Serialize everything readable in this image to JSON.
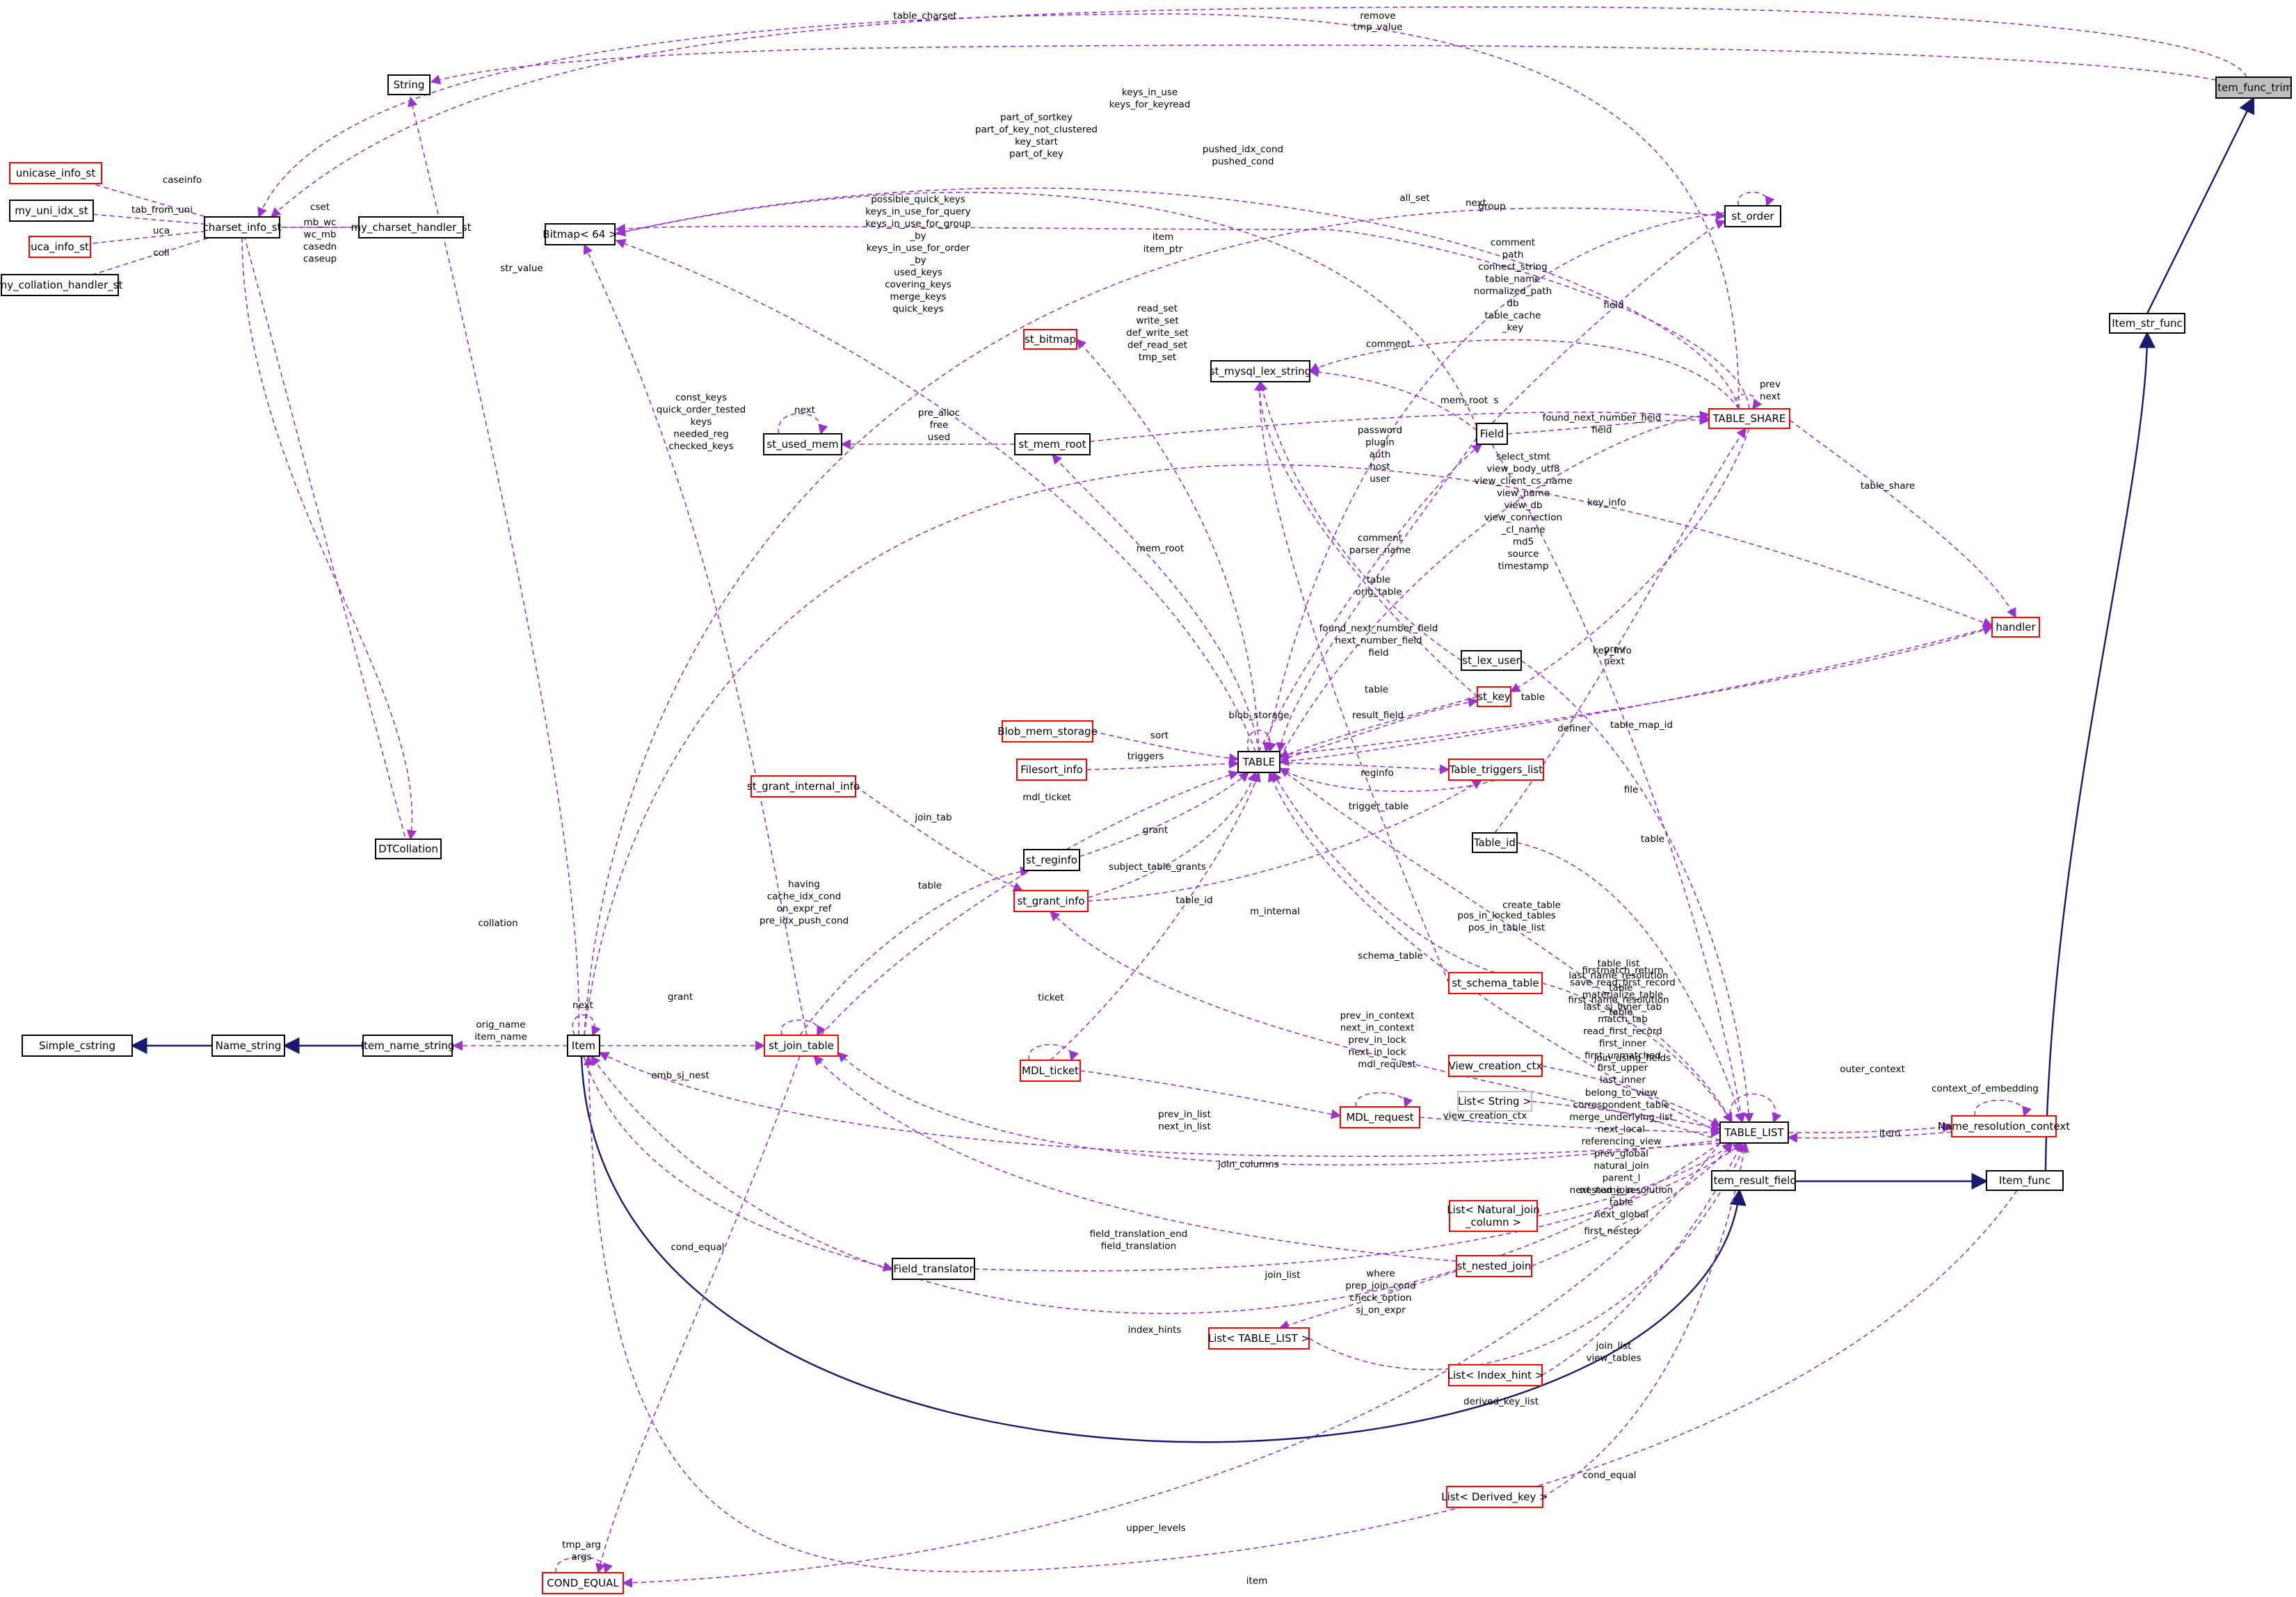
{
  "colors": {
    "accent": "#bfbfbf",
    "boundary": "#ff0000",
    "normal": "#000000",
    "edge_use": "#9a32cd",
    "edge_inherit": "#191970"
  },
  "nodes": [
    {
      "id": "item_func_trim",
      "label": "Item_func_trim",
      "kind": "accent"
    },
    {
      "id": "item_str_func",
      "label": "Item_str_func",
      "kind": "normal"
    },
    {
      "id": "item_func",
      "label": "Item_func",
      "kind": "normal"
    },
    {
      "id": "item_result_field",
      "label": "Item_result_field",
      "kind": "normal"
    },
    {
      "id": "item",
      "label": "Item",
      "kind": "normal"
    },
    {
      "id": "item_name_string",
      "label": "Item_name_string",
      "kind": "normal"
    },
    {
      "id": "name_string",
      "label": "Name_string",
      "kind": "normal"
    },
    {
      "id": "simple_cstring",
      "label": "Simple_cstring",
      "kind": "normal"
    },
    {
      "id": "string",
      "label": "String",
      "kind": "normal"
    },
    {
      "id": "charset_info_st",
      "label": "charset_info_st",
      "kind": "normal"
    },
    {
      "id": "unicase_info_st",
      "label": "unicase_info_st",
      "kind": "boundary"
    },
    {
      "id": "my_uni_idx_st",
      "label": "my_uni_idx_st",
      "kind": "normal"
    },
    {
      "id": "uca_info_st",
      "label": "uca_info_st",
      "kind": "boundary"
    },
    {
      "id": "my_collation_handler_st",
      "label": "my_collation_handler_st",
      "kind": "normal"
    },
    {
      "id": "my_charset_handler_st",
      "label": "my_charset_handler_st",
      "kind": "normal"
    },
    {
      "id": "dtcollation",
      "label": "DTCollation",
      "kind": "normal"
    },
    {
      "id": "bitmap64",
      "label": "Bitmap< 64 >",
      "kind": "normal"
    },
    {
      "id": "st_bitmap",
      "label": "st_bitmap",
      "kind": "boundary"
    },
    {
      "id": "st_mysql_lex_string",
      "label": "st_mysql_lex_string",
      "kind": "normal"
    },
    {
      "id": "st_used_mem",
      "label": "st_used_mem",
      "kind": "normal"
    },
    {
      "id": "st_mem_root",
      "label": "st_mem_root",
      "kind": "normal"
    },
    {
      "id": "field",
      "label": "Field",
      "kind": "normal"
    },
    {
      "id": "table_share",
      "label": "TABLE_SHARE",
      "kind": "boundary"
    },
    {
      "id": "st_order",
      "label": "st_order",
      "kind": "normal"
    },
    {
      "id": "handler",
      "label": "handler",
      "kind": "boundary"
    },
    {
      "id": "st_lex_user",
      "label": "st_lex_user",
      "kind": "normal"
    },
    {
      "id": "st_key",
      "label": "st_key",
      "kind": "boundary"
    },
    {
      "id": "blob_mem_storage",
      "label": "Blob_mem_storage",
      "kind": "boundary"
    },
    {
      "id": "filesort_info",
      "label": "Filesort_info",
      "kind": "boundary"
    },
    {
      "id": "table",
      "label": "TABLE",
      "kind": "normal"
    },
    {
      "id": "table_triggers_list",
      "label": "Table_triggers_list",
      "kind": "boundary"
    },
    {
      "id": "st_grant_internal_info",
      "label": "st_grant_internal_info",
      "kind": "boundary"
    },
    {
      "id": "st_reginfo",
      "label": "st_reginfo",
      "kind": "normal"
    },
    {
      "id": "st_grant_info",
      "label": "st_grant_info",
      "kind": "boundary"
    },
    {
      "id": "table_id",
      "label": "Table_id",
      "kind": "normal"
    },
    {
      "id": "st_schema_table",
      "label": "st_schema_table",
      "kind": "boundary"
    },
    {
      "id": "st_join_table",
      "label": "st_join_table",
      "kind": "boundary"
    },
    {
      "id": "mdl_ticket",
      "label": "MDL_ticket",
      "kind": "boundary"
    },
    {
      "id": "view_creation_ctx",
      "label": "View_creation_ctx",
      "kind": "boundary"
    },
    {
      "id": "list_string",
      "label": "List< String >",
      "kind": "gray"
    },
    {
      "id": "mdl_request",
      "label": "MDL_request",
      "kind": "boundary"
    },
    {
      "id": "table_list",
      "label": "TABLE_LIST",
      "kind": "normal"
    },
    {
      "id": "name_resolution_context",
      "label": "Name_resolution_context",
      "kind": "boundary"
    },
    {
      "id": "list_natural_join",
      "label": "List< Natural_join\n_column >",
      "kind": "boundary"
    },
    {
      "id": "field_translator",
      "label": "Field_translator",
      "kind": "normal"
    },
    {
      "id": "st_nested_join",
      "label": "st_nested_join",
      "kind": "boundary"
    },
    {
      "id": "list_table_list",
      "label": "List< TABLE_LIST >",
      "kind": "boundary"
    },
    {
      "id": "list_index_hint",
      "label": "List< Index_hint >",
      "kind": "boundary"
    },
    {
      "id": "list_derived_key",
      "label": "List< Derived_key >",
      "kind": "boundary"
    },
    {
      "id": "cond_equal",
      "label": "COND_EQUAL",
      "kind": "boundary"
    }
  ],
  "edges": [
    {
      "from": "item_str_func",
      "to": "item_func_trim",
      "kind": "inherit",
      "label": ""
    },
    {
      "from": "item_func",
      "to": "item_str_func",
      "kind": "inherit",
      "label": ""
    },
    {
      "from": "item_result_field",
      "to": "item_func",
      "kind": "inherit",
      "label": ""
    },
    {
      "from": "item",
      "to": "item_result_field",
      "kind": "inherit",
      "label": ""
    },
    {
      "from": "name_string",
      "to": "item_name_string",
      "kind": "inherit",
      "label": ""
    },
    {
      "from": "simple_cstring",
      "to": "name_string",
      "kind": "inherit",
      "label": ""
    },
    {
      "from": "charset_info_st",
      "to": "item_func_trim",
      "kind": "use",
      "label": "remove"
    },
    {
      "from": "string",
      "to": "item_func_trim",
      "kind": "use",
      "label": "tmp_value"
    },
    {
      "from": "charset_info_st",
      "to": "table_share",
      "kind": "use",
      "label": "table_charset"
    },
    {
      "from": "unicase_info_st",
      "to": "charset_info_st",
      "kind": "use",
      "label": "caseinfo"
    },
    {
      "from": "my_uni_idx_st",
      "to": "charset_info_st",
      "kind": "use",
      "label": "tab_from_uni"
    },
    {
      "from": "uca_info_st",
      "to": "charset_info_st",
      "kind": "use",
      "label": "uca"
    },
    {
      "from": "my_collation_handler_st",
      "to": "charset_info_st",
      "kind": "use",
      "label": "coll"
    },
    {
      "from": "my_charset_handler_st",
      "to": "charset_info_st",
      "kind": "use",
      "label": "cset"
    },
    {
      "from": "charset_info_st",
      "to": "my_charset_handler_st",
      "kind": "use",
      "label": "mb_wc\nwc_mb\ncasedn\ncaseup"
    },
    {
      "from": "charset_info_st",
      "to": "dtcollation",
      "kind": "use",
      "label": "collation"
    },
    {
      "from": "dtcollation",
      "to": "item",
      "kind": "use",
      "label": "collation"
    },
    {
      "from": "string",
      "to": "item",
      "kind": "use",
      "label": "str_value"
    },
    {
      "from": "item",
      "to": "item",
      "kind": "use",
      "label": "next"
    },
    {
      "from": "item_name_string",
      "to": "item",
      "kind": "use",
      "label": "orig_name\nitem_name"
    },
    {
      "from": "bitmap64",
      "to": "table_share",
      "kind": "use",
      "label": "keys_in_use\nkeys_for_keyread"
    },
    {
      "from": "bitmap64",
      "to": "field",
      "kind": "use",
      "label": "part_of_sortkey\npart_of_key_not_clustered\nkey_start\npart_of_key"
    },
    {
      "from": "bitmap64",
      "to": "table",
      "kind": "use",
      "label": "possible_quick_keys\nkeys_in_use_for_query\nkeys_in_use_for_group\n_by\nkeys_in_use_for_order\n_by\nused_keys\ncovering_keys\nmerge_keys\nquick_keys"
    },
    {
      "from": "bitmap64",
      "to": "st_join_table",
      "kind": "use",
      "label": "const_keys\nquick_order_tested\nkeys\nneeded_reg\nchecked_keys"
    },
    {
      "from": "item",
      "to": "handler",
      "kind": "use",
      "label": "pushed_idx_cond\npushed_cond"
    },
    {
      "from": "item",
      "to": "st_order",
      "kind": "use",
      "label": "item\nitem_ptr"
    },
    {
      "from": "st_bitmap",
      "to": "table",
      "kind": "use",
      "label": "read_set\nwrite_set\ndef_write_set\ndef_read_set\ntmp_set"
    },
    {
      "from": "st_mysql_lex_string",
      "to": "table_share",
      "kind": "use",
      "label": "comment\npath\nconnect_string\ntable_name\nnormalized_path\ndb\ntable_cache\n_key"
    },
    {
      "from": "st_mysql_lex_string",
      "to": "field",
      "kind": "use",
      "label": "comment"
    },
    {
      "from": "st_mysql_lex_string",
      "to": "st_lex_user",
      "kind": "use",
      "label": "password\nplugin\nauth\nhost\nuser"
    },
    {
      "from": "st_mysql_lex_string",
      "to": "st_schema_table",
      "kind": "use",
      "label": "select_stmt\nview_body_utf8\nview_client_cs_name\nview_name\nview_db\nview_connection\n_cl_name\nmd5\nsource\ntimestamp"
    },
    {
      "from": "st_mysql_lex_string",
      "to": "st_key",
      "kind": "use",
      "label": "comment\nparser_name"
    },
    {
      "from": "st_used_mem",
      "to": "st_used_mem",
      "kind": "use",
      "label": "next"
    },
    {
      "from": "st_used_mem",
      "to": "st_mem_root",
      "kind": "use",
      "label": "pre_alloc\nfree\nused"
    },
    {
      "from": "st_mem_root",
      "to": "table_share",
      "kind": "use",
      "label": "mem_root"
    },
    {
      "from": "st_mem_root",
      "to": "table",
      "kind": "use",
      "label": "mem_root"
    },
    {
      "from": "field",
      "to": "table_share",
      "kind": "use",
      "label": "found_next_number_field\nfield"
    },
    {
      "from": "field",
      "to": "table",
      "kind": "use",
      "label": "found_next_number_field\nnext_number_field\nfield"
    },
    {
      "from": "field",
      "to": "st_order",
      "kind": "use",
      "label": "field"
    },
    {
      "from": "table",
      "to": "field",
      "kind": "use",
      "label": "table\norig_table"
    },
    {
      "from": "table_share",
      "to": "table",
      "kind": "use",
      "label": "s"
    },
    {
      "from": "table_share",
      "to": "table_share",
      "kind": "use",
      "label": "prev\nnext"
    },
    {
      "from": "table_share",
      "to": "handler",
      "kind": "use",
      "label": "table_share"
    },
    {
      "from": "st_key",
      "to": "table_share",
      "kind": "use",
      "label": "key_info"
    },
    {
      "from": "table_id",
      "to": "table_share",
      "kind": "use",
      "label": "table_map_id"
    },
    {
      "from": "st_order",
      "to": "st_order",
      "kind": "use",
      "label": "next"
    },
    {
      "from": "st_order",
      "to": "table",
      "kind": "use",
      "label": "group"
    },
    {
      "from": "table_share",
      "to": "st_order",
      "kind": "use",
      "label": "all_set"
    },
    {
      "from": "handler",
      "to": "table",
      "kind": "use",
      "label": "file"
    },
    {
      "from": "table",
      "to": "handler",
      "kind": "use",
      "label": "table"
    },
    {
      "from": "st_lex_user",
      "to": "table_list",
      "kind": "use",
      "label": "definer"
    },
    {
      "from": "st_key",
      "to": "table",
      "kind": "use",
      "label": "key_info"
    },
    {
      "from": "table",
      "to": "st_key",
      "kind": "use",
      "label": "table"
    },
    {
      "from": "field",
      "to": "table_list",
      "kind": "use",
      "label": "result_field"
    },
    {
      "from": "table",
      "to": "table",
      "kind": "use",
      "label": "prev\nnext"
    },
    {
      "from": "blob_mem_storage",
      "to": "table",
      "kind": "use",
      "label": "blob_storage"
    },
    {
      "from": "filesort_info",
      "to": "table",
      "kind": "use",
      "label": "sort"
    },
    {
      "from": "table_triggers_list",
      "to": "table",
      "kind": "use",
      "label": "triggers"
    },
    {
      "from": "table",
      "to": "table_triggers_list",
      "kind": "use",
      "label": "trigger_table"
    },
    {
      "from": "st_reginfo",
      "to": "table",
      "kind": "use",
      "label": "reginfo"
    },
    {
      "from": "st_grant_info",
      "to": "table",
      "kind": "use",
      "label": "grant"
    },
    {
      "from": "st_grant_info",
      "to": "table_triggers_list",
      "kind": "use",
      "label": "subject_table_grants"
    },
    {
      "from": "st_grant_internal_info",
      "to": "st_grant_info",
      "kind": "use",
      "label": "m_internal"
    },
    {
      "from": "st_join_table",
      "to": "st_reginfo",
      "kind": "use",
      "label": "join_tab"
    },
    {
      "from": "table",
      "to": "st_join_table",
      "kind": "use",
      "label": "table"
    },
    {
      "from": "mdl_ticket",
      "to": "table",
      "kind": "use",
      "label": "mdl_ticket"
    },
    {
      "from": "table_id",
      "to": "table_list",
      "kind": "use",
      "label": "table_id"
    },
    {
      "from": "table",
      "to": "table_list",
      "kind": "use",
      "label": "table"
    },
    {
      "from": "table_list",
      "to": "table",
      "kind": "use",
      "label": "pos_in_locked_tables\npos_in_table_list"
    },
    {
      "from": "st_schema_table",
      "to": "table",
      "kind": "use",
      "label": "create_table"
    },
    {
      "from": "st_schema_table",
      "to": "table_list",
      "kind": "use",
      "label": "schema_table"
    },
    {
      "from": "st_join_table",
      "to": "st_join_table",
      "kind": "use",
      "label": "firstmatch_return\nsave_read_first_record\nmaterialize_table\nlast_sj_inner_tab\nmatch_tab\nread_first_record\nfirst_inner\nfirst_unmatched\nfirst_upper\nlast_inner"
    },
    {
      "from": "item",
      "to": "st_join_table",
      "kind": "use",
      "label": "having\ncache_idx_cond\non_expr_ref\npre_idx_push_cond"
    },
    {
      "from": "st_grant_info",
      "to": "table_list",
      "kind": "use",
      "label": "grant"
    },
    {
      "from": "mdl_ticket",
      "to": "mdl_ticket",
      "kind": "use",
      "label": "prev_in_context\nnext_in_context\nprev_in_lock\nnext_in_lock"
    },
    {
      "from": "mdl_ticket",
      "to": "mdl_request",
      "kind": "use",
      "label": "ticket"
    },
    {
      "from": "mdl_request",
      "to": "mdl_request",
      "kind": "use",
      "label": "prev_in_list\nnext_in_list"
    },
    {
      "from": "mdl_request",
      "to": "table_list",
      "kind": "use",
      "label": "mdl_request"
    },
    {
      "from": "view_creation_ctx",
      "to": "table_list",
      "kind": "use",
      "label": "view_creation_ctx"
    },
    {
      "from": "list_string",
      "to": "table_list",
      "kind": "use",
      "label": "join_using_fields"
    },
    {
      "from": "table_list",
      "to": "table_list",
      "kind": "use",
      "label": "belong_to_view\ncorrespondent_table\nmerge_underlying_list\nnext_local\nreferencing_view\nprev_global\nnatural_join\nparent_l\nnext_name_resolution\ntable\nnext_global"
    },
    {
      "from": "table_list",
      "to": "name_resolution_context",
      "kind": "use",
      "label": "table_list\nlast_name_resolution\n_table\nfirst_name_resolution\n_table"
    },
    {
      "from": "name_resolution_context",
      "to": "name_resolution_context",
      "kind": "use",
      "label": "outer_context"
    },
    {
      "from": "name_resolution_context",
      "to": "table_list",
      "kind": "use",
      "label": "context_of_embedding"
    },
    {
      "from": "item",
      "to": "table_list",
      "kind": "use",
      "label": "item"
    },
    {
      "from": "st_join_table",
      "to": "table_list",
      "kind": "use",
      "label": "emb_sj_nest"
    },
    {
      "from": "list_natural_join",
      "to": "table_list",
      "kind": "use",
      "label": "join_columns"
    },
    {
      "from": "st_nested_join",
      "to": "table_list",
      "kind": "use",
      "label": "nested_join"
    },
    {
      "from": "st_join_table",
      "to": "st_nested_join",
      "kind": "use",
      "label": "first_nested"
    },
    {
      "from": "field_translator",
      "to": "table_list",
      "kind": "use",
      "label": "field_translation_end\nfield_translation"
    },
    {
      "from": "st_nested_join",
      "to": "list_table_list",
      "kind": "use",
      "label": "join_list"
    },
    {
      "from": "item",
      "to": "table_list",
      "kind": "use",
      "label": "where\nprep_join_cond\ncheck_option\nsj_on_expr"
    },
    {
      "from": "list_index_hint",
      "to": "table_list",
      "kind": "use",
      "label": "index_hints"
    },
    {
      "from": "list_table_list",
      "to": "table_list",
      "kind": "use",
      "label": "join_list\nview_tables"
    },
    {
      "from": "list_derived_key",
      "to": "table_list",
      "kind": "use",
      "label": "derived_key_list"
    },
    {
      "from": "cond_equal",
      "to": "st_join_table",
      "kind": "use",
      "label": "cond_equal"
    },
    {
      "from": "cond_equal",
      "to": "table_list",
      "kind": "use",
      "label": "cond_equal"
    },
    {
      "from": "cond_equal",
      "to": "cond_equal",
      "kind": "use",
      "label": "upper_levels"
    },
    {
      "from": "item",
      "to": "item_func",
      "kind": "use",
      "label": "tmp_arg\nargs"
    },
    {
      "from": "item",
      "to": "field_translator",
      "kind": "use",
      "label": "item"
    }
  ]
}
